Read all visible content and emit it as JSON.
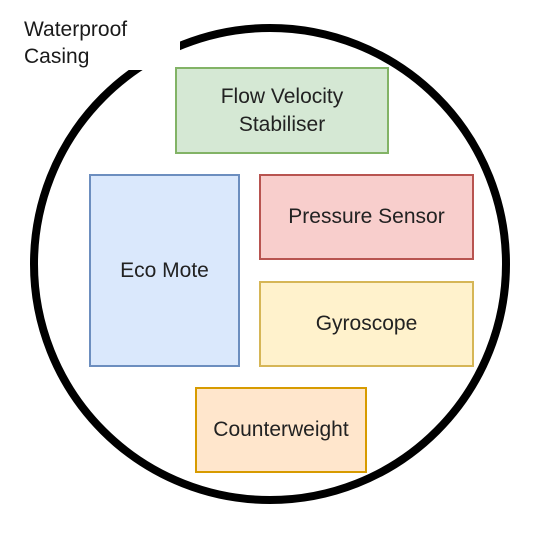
{
  "casing": {
    "label_line1": "Waterproof",
    "label_line2": "Casing",
    "stroke_color": "#000000"
  },
  "components": [
    {
      "id": "flow",
      "line1": "Flow Velocity",
      "line2": "Stabiliser",
      "fill": "#d5e8d4",
      "stroke": "#82b366"
    },
    {
      "id": "eco",
      "line1": "Eco Mote",
      "line2": "",
      "fill": "#dae8fc",
      "stroke": "#6c8ebf"
    },
    {
      "id": "pressure",
      "line1": "Pressure Sensor",
      "line2": "",
      "fill": "#f8cecc",
      "stroke": "#b85450"
    },
    {
      "id": "gyro",
      "line1": "Gyroscope",
      "line2": "",
      "fill": "#fff2cc",
      "stroke": "#d6b656"
    },
    {
      "id": "counter",
      "line1": "Counterweight",
      "line2": "",
      "fill": "#ffe6cc",
      "stroke": "#d79b00"
    }
  ]
}
